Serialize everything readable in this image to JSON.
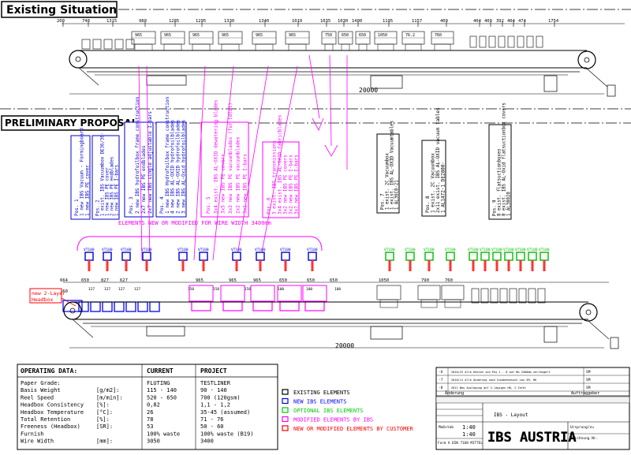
{
  "sections": {
    "existing_title": "Existing Situation",
    "proposal_title": "PRELIMINARY PROPOSAL"
  },
  "top_dims": [
    "200",
    "740",
    "1315",
    "980",
    "1285",
    "1295",
    "1330",
    "1340",
    "1010",
    "1035",
    "1030",
    "1400",
    "1195",
    "1157",
    "409",
    "404",
    "409",
    "392",
    "404",
    "474",
    "1754"
  ],
  "top_box_dims": [
    "965",
    "965",
    "965",
    "965",
    "965",
    "965",
    "750",
    "650",
    "650",
    "1050",
    "76.2",
    "760"
  ],
  "machine_length": "20000",
  "wire_width_label": "ELEMENTS NEW OR MODIFIED FOR WIRE WIDTH 3400mm",
  "new_headbox_label": "new 2-Layer\nHeadbox",
  "bottom_dims": [
    "664",
    "560",
    "650",
    "827",
    "627",
    "965",
    "965",
    "965",
    "650",
    "650",
    "650",
    "1050",
    "790",
    "760"
  ],
  "bottom_small_dims": [
    "127",
    "127",
    "127",
    "127",
    "150",
    "150",
    "150",
    "100",
    "100",
    "100"
  ],
  "vtg_label": "VT100",
  "pos_notes": [
    {
      "color": "#0000cc",
      "text": "Pos. 1\n1 new IBS Vacuum - Formingboard\n1 new IBS PE cover"
    },
    {
      "color": "#0000cc",
      "text": "Pos. 2\n1 exist. IBS Vacuumbox DE36/36-\n1 new IBS PE cover\n2 new IBS PE endblades\n1 new IBS PE I-bars"
    },
    {
      "color": "#0000cc",
      "text": "Pos. 3\n2 new IBS hydrofoilbox frame construction\n2x7 new IBS PE endblades\n2x7 new IBS single adjustable I-bars"
    },
    {
      "color": "#0000cc",
      "text": "Pos. 4\n1 new IBS Hydrofoilbox frame construction\n4 new IBS AL-OXID hydrofoilblades\n2 new IBS AL-OXID hydrofoilblades\n3 new IBS AL-Oxid hydrofoilblades"
    },
    {
      "color": "#ff00ff",
      "text": "Pos. 5\n3x4 exist. IBS AL-OXID dewatering blades\n3x5 new IBS PE covers\n3x3 new IBS PE vacuumblades (for total)\n2x2 new IBS PE vacuumblades\n3x2 new IBS PE I-bars"
    },
    {
      "color": "#ff00ff",
      "text": "Pos. 6\n3 exist. IBS transmissions\n3x4 exist. IBS AL-OXID fabricblades\n3x2 new IBS PE covers\n3x2 new IBS PE I-bars\n3x7 new IBS PE I-bars"
    },
    {
      "color": "#000000",
      "text": "Pos. 7\n1 exist. 2C Vacuumbox\n1 exist. IBS AL-OXID Vacuumtables\n1 AL36C0-21"
    },
    {
      "color": "#000000",
      "text": "Pos. 8\n1 exist. 2C Vacuumbox\n2x11 exist. IBS AL-OXID vacuum tables\n1 AL1472-1 DE2800-"
    },
    {
      "color": "#000000",
      "text": "Pos. 9\n8 exist. flatsuctionboxes\n8 exist. IBS AL-Oxid flatsuctionbox covers\n1 AL38020"
    }
  ],
  "operating": {
    "header": "OPERATING DATA:",
    "col_current": "CURRENT",
    "col_project": "PROJECT",
    "rows": [
      {
        "label": "Paper Grade:",
        "unit": "",
        "current": "FLUTING",
        "project": "TESTLINER"
      },
      {
        "label": "Basis Weight",
        "unit": "[g/m2]:",
        "current": "115 - 140",
        "project": "90 - 140"
      },
      {
        "label": "Reel Speed",
        "unit": "[m/min]:",
        "current": "520 - 650",
        "project": "700 (120gsm)"
      },
      {
        "label": "Headbox Consistency",
        "unit": "[%]:",
        "current": "0,82",
        "project": "1,1 - 1,2"
      },
      {
        "label": "Headbox Temperature",
        "unit": "[°C]:",
        "current": "26",
        "project": "35-45 (assumed)"
      },
      {
        "label": "Total Retention",
        "unit": "[%]:",
        "current": "78",
        "project": "71 - 76"
      },
      {
        "label": "Freeness (Headbox)",
        "unit": "[SR]:",
        "current": "53",
        "project": "50 - 60"
      },
      {
        "label": "Furnish",
        "unit": "",
        "current": "100% waste",
        "project": "100% waste (B19)"
      },
      {
        "label": "Wire Width",
        "unit": "[mm]:",
        "current": "3050",
        "project": "3400"
      }
    ]
  },
  "legend": [
    {
      "text": "EXISTING ELEMENTS",
      "color": "#000000"
    },
    {
      "text": "NEW IBS ELEMENTS",
      "color": "#0000ff"
    },
    {
      "text": "OPTIONAL IBS ELEMENTS",
      "color": "#00cc00"
    },
    {
      "text": "MODIFIED ELEMENTS BY IBS",
      "color": "#ff00ff"
    },
    {
      "text": "NEW OR MODIFIED ELEMENTS BY CUSTOMER",
      "color": "#ff0000"
    }
  ],
  "title_block": {
    "revisions": [
      {
        "no": "-6",
        "text": "2010/22 Alle Kästen von Pos 1 - 8 auf Bb 3400mm verlängert",
        "who": "SM"
      },
      {
        "no": "-7",
        "text": "2010/11 Alle Änderung nach Kundenbesuch von SM, HH",
        "who": "SM"
      },
      {
        "no": "-8",
        "text": "2011 Neu Auslegung auf 2-lagigen HB, I-Tafel",
        "who": "SM"
      }
    ],
    "change_label": "Änderung",
    "order_label": "Auftraggeber",
    "drawing_label": "IBS - Layout",
    "scale_label": "Maßstab",
    "scale_top": "1:40",
    "scale_bottom": "1:40",
    "origin_label": "Ursprung/zu",
    "drawing_no_label": "Zeichnung Nr.",
    "company": "IBS AUSTRIA",
    "standard": "Form A DIN 7168 MITTEL"
  }
}
